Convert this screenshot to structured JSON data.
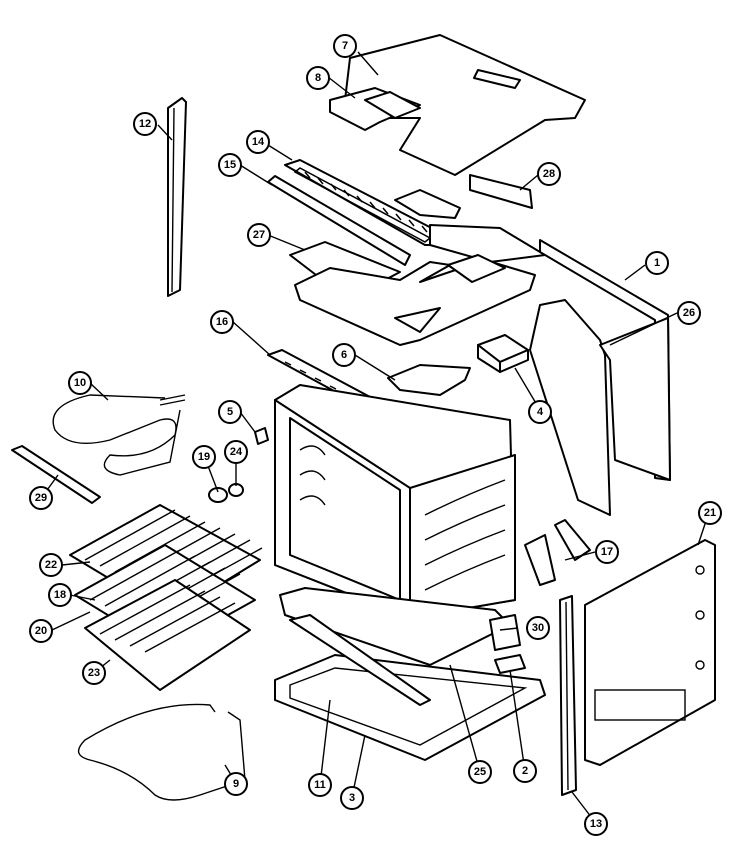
{
  "callouts": [
    {
      "id": "c7",
      "label": "7"
    },
    {
      "id": "c8",
      "label": "8"
    },
    {
      "id": "c12",
      "label": "12"
    },
    {
      "id": "c14",
      "label": "14"
    },
    {
      "id": "c15",
      "label": "15"
    },
    {
      "id": "c28",
      "label": "28"
    },
    {
      "id": "c27",
      "label": "27"
    },
    {
      "id": "c1",
      "label": "1"
    },
    {
      "id": "c26",
      "label": "26"
    },
    {
      "id": "c16",
      "label": "16"
    },
    {
      "id": "c6",
      "label": "6"
    },
    {
      "id": "c10",
      "label": "10"
    },
    {
      "id": "c5",
      "label": "5"
    },
    {
      "id": "c4",
      "label": "4"
    },
    {
      "id": "c19",
      "label": "19"
    },
    {
      "id": "c24",
      "label": "24"
    },
    {
      "id": "c29",
      "label": "29"
    },
    {
      "id": "c21",
      "label": "21"
    },
    {
      "id": "c22",
      "label": "22"
    },
    {
      "id": "c18",
      "label": "18"
    },
    {
      "id": "c17",
      "label": "17"
    },
    {
      "id": "c20",
      "label": "20"
    },
    {
      "id": "c30",
      "label": "30"
    },
    {
      "id": "c23",
      "label": "23"
    },
    {
      "id": "c9",
      "label": "9"
    },
    {
      "id": "c11",
      "label": "11"
    },
    {
      "id": "c3",
      "label": "3"
    },
    {
      "id": "c25",
      "label": "25"
    },
    {
      "id": "c2",
      "label": "2"
    },
    {
      "id": "c13",
      "label": "13"
    }
  ]
}
